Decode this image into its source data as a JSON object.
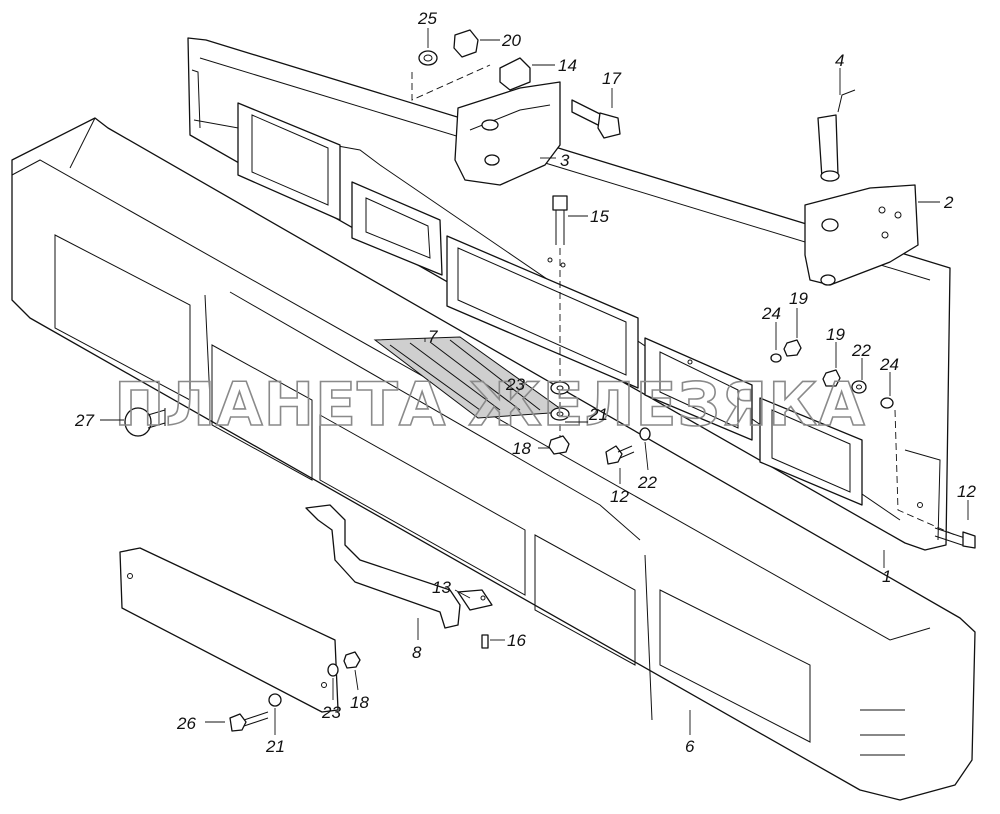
{
  "diagram": {
    "watermark": "ПЛАНЕТА ЖЕЛЕЗЯКА",
    "callouts": [
      {
        "id": "c1",
        "label": "1"
      },
      {
        "id": "c2",
        "label": "2"
      },
      {
        "id": "c3",
        "label": "3"
      },
      {
        "id": "c4",
        "label": "4"
      },
      {
        "id": "c6",
        "label": "6"
      },
      {
        "id": "c7",
        "label": "7"
      },
      {
        "id": "c8",
        "label": "8"
      },
      {
        "id": "c12a",
        "label": "12"
      },
      {
        "id": "c12b",
        "label": "12"
      },
      {
        "id": "c13",
        "label": "13"
      },
      {
        "id": "c14",
        "label": "14"
      },
      {
        "id": "c15",
        "label": "15"
      },
      {
        "id": "c16",
        "label": "16"
      },
      {
        "id": "c17",
        "label": "17"
      },
      {
        "id": "c18a",
        "label": "18"
      },
      {
        "id": "c18b",
        "label": "18"
      },
      {
        "id": "c19a",
        "label": "19"
      },
      {
        "id": "c19b",
        "label": "19"
      },
      {
        "id": "c20",
        "label": "20"
      },
      {
        "id": "c21a",
        "label": "21"
      },
      {
        "id": "c21b",
        "label": "21"
      },
      {
        "id": "c22a",
        "label": "22"
      },
      {
        "id": "c22b",
        "label": "22"
      },
      {
        "id": "c23a",
        "label": "23"
      },
      {
        "id": "c23b",
        "label": "23"
      },
      {
        "id": "c24a",
        "label": "24"
      },
      {
        "id": "c24b",
        "label": "24"
      },
      {
        "id": "c25",
        "label": "25"
      },
      {
        "id": "c26",
        "label": "26"
      },
      {
        "id": "c27",
        "label": "27"
      }
    ]
  }
}
